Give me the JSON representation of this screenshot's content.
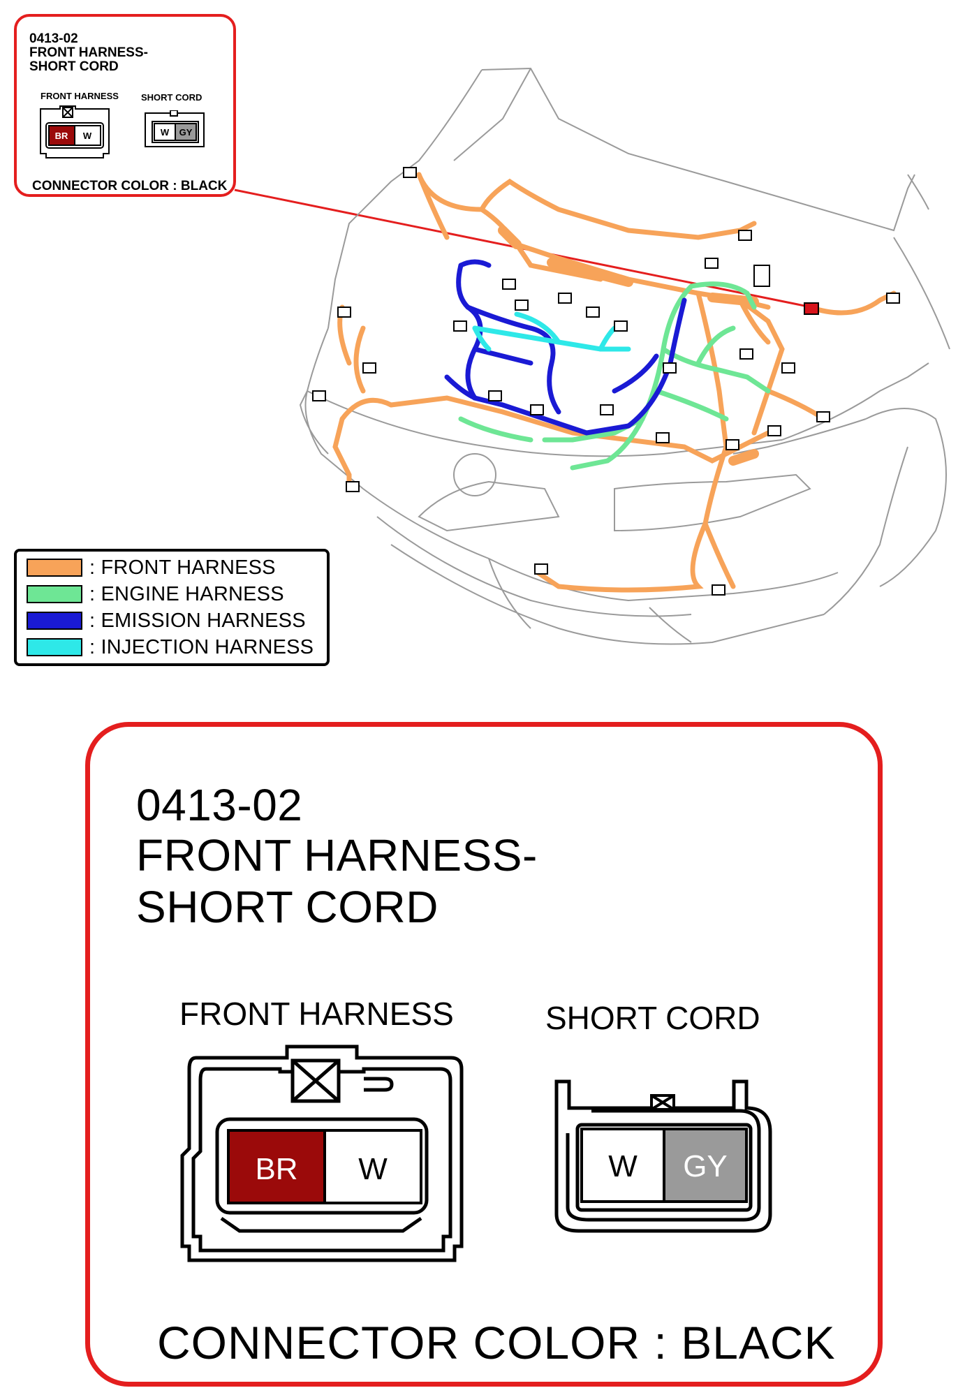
{
  "connector_code": "0413-02",
  "connector_title_line1": "FRONT HARNESS-",
  "connector_title_line2": "SHORT CORD",
  "connector_color": "CONNECTOR COLOR : BLACK",
  "front_harness": {
    "label": "FRONT HARNESS",
    "pins": [
      {
        "label": "BR",
        "fill": "#9b0a0a",
        "text_color": "#ffffff"
      },
      {
        "label": "W",
        "fill": "#ffffff",
        "text_color": "#000000"
      }
    ]
  },
  "short_cord": {
    "label": "SHORT CORD",
    "pins": [
      {
        "label": "W",
        "fill": "#ffffff",
        "text_color": "#000000"
      },
      {
        "label": "GY",
        "fill": "#9a9a9a",
        "text_color": "#ffffff"
      }
    ]
  },
  "legend": [
    {
      "label": ": FRONT HARNESS",
      "color": "#f7a359"
    },
    {
      "label": ": ENGINE HARNESS",
      "color": "#6ee695"
    },
    {
      "label": ": EMISSION HARNESS",
      "color": "#1a1ad4"
    },
    {
      "label": ": INJECTION HARNESS",
      "color": "#2ee8e8"
    }
  ],
  "colors": {
    "callout_border": "#e41e1e",
    "highlight_connector": "#d8141c"
  }
}
